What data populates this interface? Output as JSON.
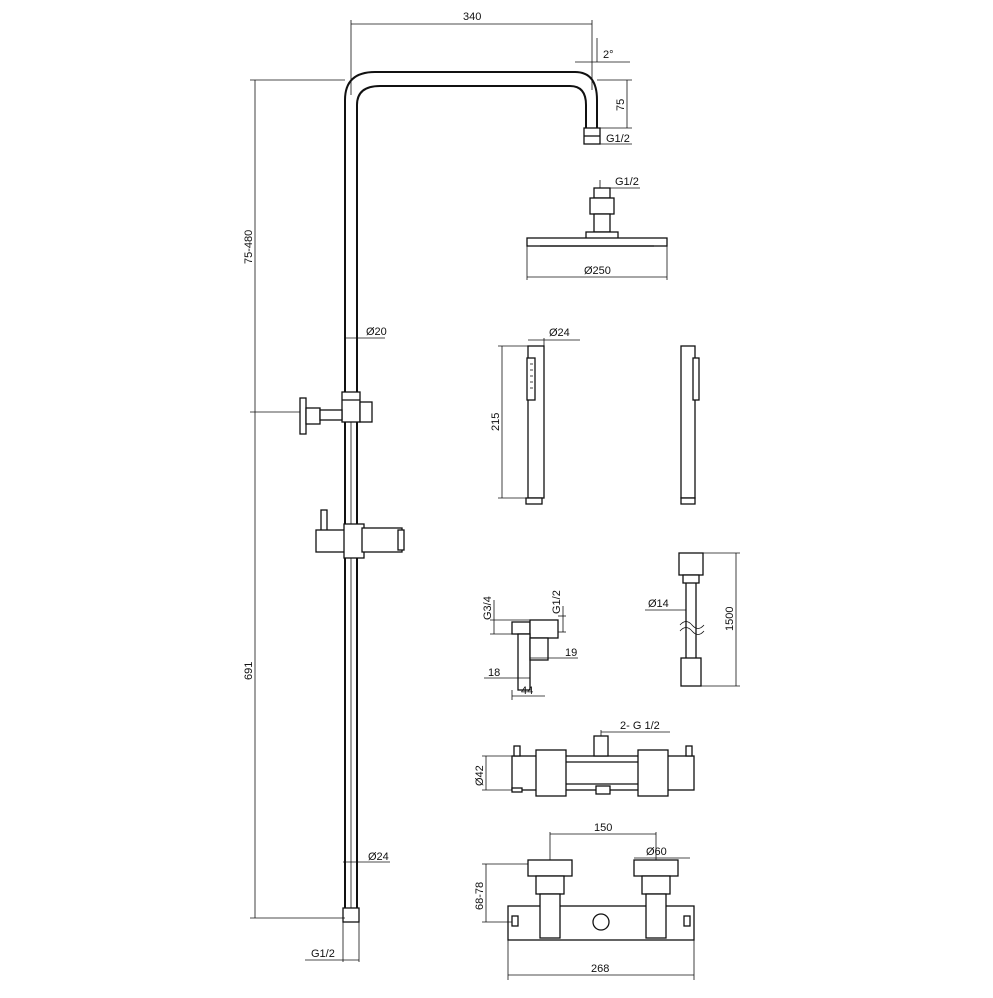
{
  "dims": {
    "arm_width": "340",
    "arm_angle": "2°",
    "arm_drop": "75",
    "arm_thread": "G1/2",
    "head_thread": "G1/2",
    "head_diameter": "Ø250",
    "upper_tube": "Ø20",
    "column_upper_range": "75-480",
    "column_lower": "691",
    "lower_tube": "Ø24",
    "bottom_thread": "G1/2",
    "handshower_diameter": "Ø24",
    "handshower_length": "215",
    "connector_g34": "G3/4",
    "connector_g12": "G1/2",
    "connector_19": "19",
    "connector_18": "18",
    "connector_44": "44",
    "hose_diameter": "Ø14",
    "hose_length": "1500",
    "mixer_outlets": "2- G 1/2",
    "mixer_body": "Ø42",
    "mixer_centres": "150",
    "mixer_eccentric": "Ø60",
    "mixer_height": "68-78",
    "mixer_width": "268"
  }
}
